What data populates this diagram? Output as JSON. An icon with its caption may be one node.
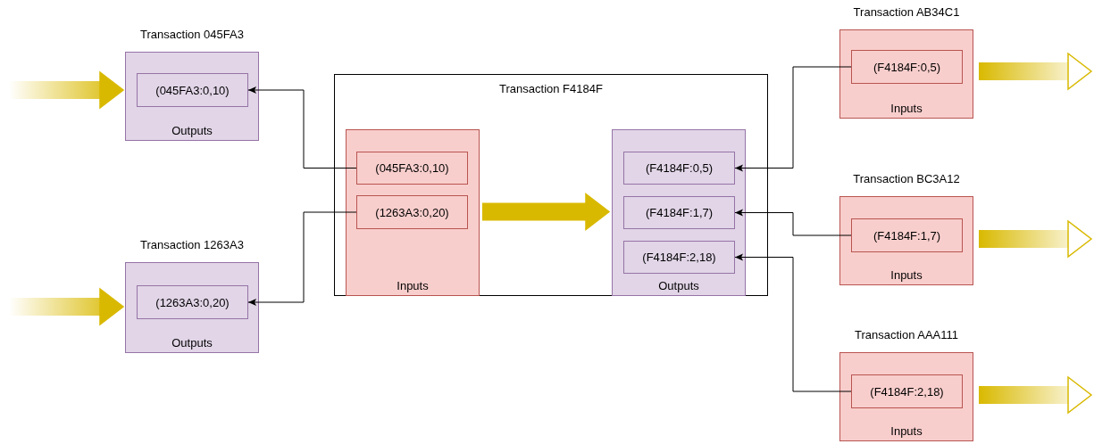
{
  "diagram": {
    "nodes": [
      {
        "text": [
          "Transaction 045FA3",
          "Outputs"
        ]
      },
      {
        "text": [
          "(045FA3:0,10)"
        ],
        "in": 0
      },
      {
        "text": [
          "Transaction 1263A3",
          "Outputs"
        ]
      },
      {
        "text": [
          "(1263A3:0,20)"
        ],
        "in": 2
      },
      {
        "text": [
          "Transaction F4184F"
        ]
      },
      {
        "text": [
          "Inputs"
        ],
        "in": 4
      },
      {
        "text": [
          "(045FA3:0,10)"
        ],
        "in": 5
      },
      {
        "text": [
          "(1263A3:0,20)"
        ],
        "in": 5
      },
      {
        "text": [
          "Outputs"
        ],
        "in": 4
      },
      {
        "text": [
          "(F4184F:0,5)"
        ],
        "in": 8
      },
      {
        "text": [
          "(F4184F:1,7)"
        ],
        "in": 8
      },
      {
        "text": [
          "(F4184F:2,18)"
        ],
        "in": 8
      },
      {
        "text": [
          "Transaction AB34C1",
          "Inputs"
        ]
      },
      {
        "text": [
          "(F4184F:0,5)"
        ],
        "in": 12
      },
      {
        "text": [
          "Transaction BC3A12",
          "Inputs"
        ]
      },
      {
        "text": [
          "(F4184F:1,7)"
        ],
        "in": 14
      },
      {
        "text": [
          "Transaction AAA111",
          "Inputs"
        ]
      },
      {
        "text": [
          "(F4184F:2,18)"
        ],
        "in": 16
      }
    ],
    "edges": [
      {
        "from": 6,
        "to": 1,
        "arrow": "to"
      },
      {
        "from": 7,
        "to": 3,
        "arrow": "to"
      },
      {
        "from": 13,
        "to": 9,
        "arrow": "to"
      },
      {
        "from": 15,
        "to": 10,
        "arrow": "to"
      },
      {
        "from": 17,
        "to": 11,
        "arrow": "to"
      },
      {
        "from": null,
        "to": 0,
        "arrow": "to",
        "style": "thick",
        "color": "#d9b900"
      },
      {
        "from": null,
        "to": 2,
        "arrow": "to",
        "style": "thick",
        "color": "#d9b900"
      },
      {
        "from": 5,
        "to": 8,
        "arrow": "to",
        "style": "thick",
        "color": "#d9b900"
      },
      {
        "from": 12,
        "to": null,
        "arrow": "to",
        "style": "thick",
        "color": "#d9b900"
      },
      {
        "from": 14,
        "to": null,
        "arrow": "to",
        "style": "thick",
        "color": "#d9b900"
      },
      {
        "from": 16,
        "to": null,
        "arrow": "to",
        "style": "thick",
        "color": "#d9b900"
      }
    ]
  }
}
